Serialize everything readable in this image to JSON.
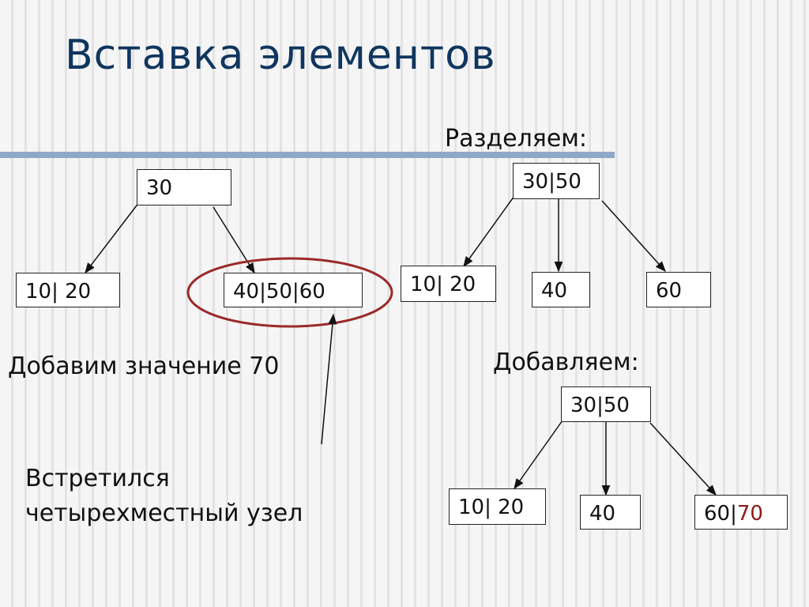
{
  "title": "Вставка элементов",
  "labels": {
    "split_heading": "Разделяем:",
    "add_heading": "Добавляем:",
    "add_value": "Добавим значение 70",
    "met_line1": "Встретился",
    "met_line2": "четырехместный узел"
  },
  "nodes": {
    "tree1_root": "30",
    "tree1_left": "10| 20",
    "tree1_right": "40|50|60",
    "tree2_root": "30|50",
    "tree2_left": "10| 20",
    "tree2_mid": "40",
    "tree2_right": "60",
    "tree3_root": "30|50",
    "tree3_left": "10| 20",
    "tree3_mid": "40",
    "tree3_right_a": "60|",
    "tree3_right_b": "70"
  },
  "colors": {
    "title": "#10365f",
    "rule": "#8fa8c8",
    "highlight_ellipse": "#9b2a2a",
    "new_value": "#8b1a1a"
  }
}
